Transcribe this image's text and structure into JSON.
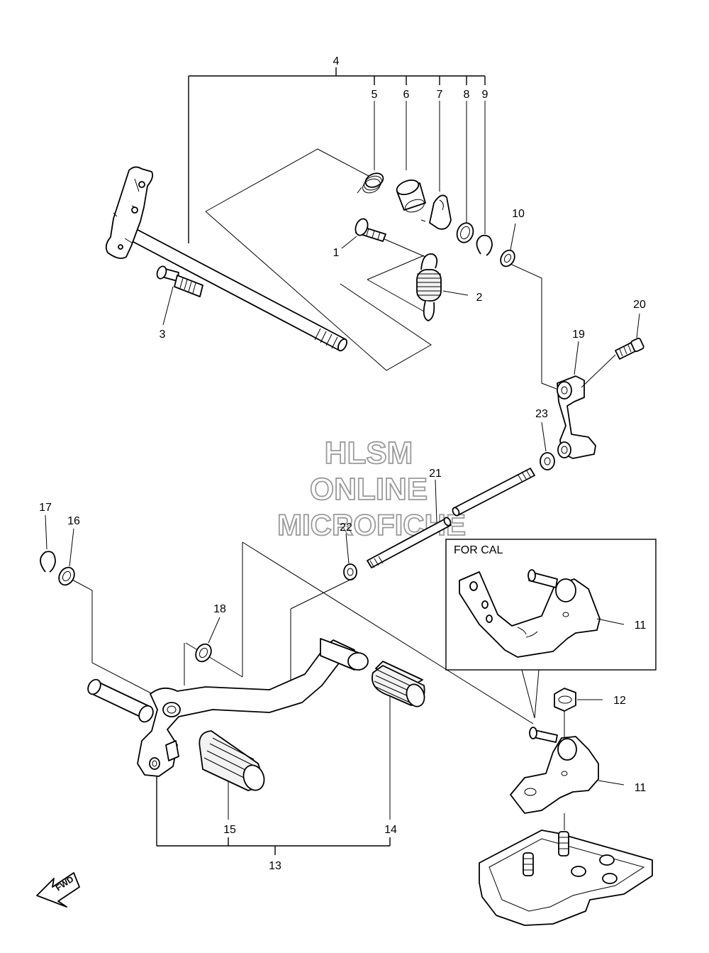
{
  "callouts": {
    "c1": "1",
    "c2": "2",
    "c3": "3",
    "c4": "4",
    "c5": "5",
    "c6": "6",
    "c7": "7",
    "c8": "8",
    "c9": "9",
    "c10": "10",
    "c11a": "11",
    "c11b": "11",
    "c12": "12",
    "c13": "13",
    "c14": "14",
    "c15": "15",
    "c16": "16",
    "c17": "17",
    "c18": "18",
    "c19": "19",
    "c20": "20",
    "c21": "21",
    "c22": "22",
    "c23": "23"
  },
  "inset": {
    "label": "FOR CAL"
  },
  "watermark": {
    "line1": "HLSM",
    "line2": "ONLINE",
    "line3": "MICROFICHE"
  },
  "fwd_arrow": {
    "label": "FWD"
  }
}
